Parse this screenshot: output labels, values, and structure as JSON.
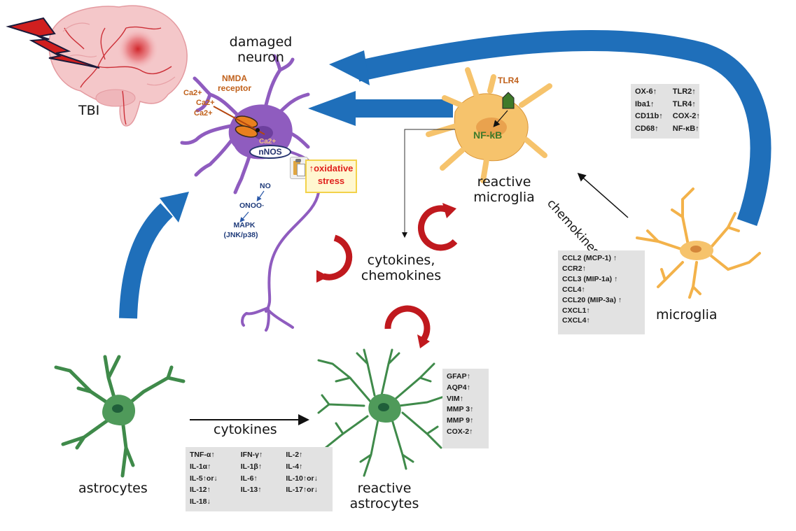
{
  "diagram": {
    "title": "Neuroinflammation after traumatic brain injury",
    "colors": {
      "arrow_blue": "#1f6fba",
      "feedback_red": "#c0191e",
      "neuron_purple": "#8f5cbf",
      "microglia_orange": "#f6c36c",
      "astrocyte_green": "#3f8a4a",
      "box_gray": "#e2e2e2",
      "oxidative_red": "#e0201c"
    },
    "nodes": {
      "tbi": {
        "label": "TBI",
        "icon": "brain-with-lightning-icon"
      },
      "damaged_neuron": {
        "label_line1": "damaged",
        "label_line2": "neuron",
        "nmda_line1": "NMDA",
        "nmda_line2": "receptor",
        "calcium": [
          "Ca2+",
          "Ca2+",
          "Ca2+"
        ],
        "calcium_inside": "Ca2+",
        "nnos": "nNOS",
        "oxidative_line1": "↑oxidative",
        "oxidative_line2": "stress",
        "pathway": [
          "NO",
          "ONOO·",
          "MAPK",
          "(JNK/p38)"
        ]
      },
      "reactive_microglia": {
        "label_line1": "reactive",
        "label_line2": "microglia",
        "receptor": "TLR4",
        "nucleus_factor": "NF-kB"
      },
      "microglia": {
        "label": "microglia"
      },
      "astrocytes": {
        "label": "astrocytes"
      },
      "reactive_astrocytes": {
        "label_line1": "reactive",
        "label_line2": "astrocytes"
      },
      "center": {
        "label_line1": "cytokines,",
        "label_line2": "chemokines"
      }
    },
    "edges": {
      "chemokines_label": "chemokines",
      "cytokines_label": "cytokines"
    },
    "marker_boxes": {
      "microglia_markers": [
        [
          "OX-6↑",
          "TLR2↑"
        ],
        [
          "Iba1↑",
          "TLR4↑"
        ],
        [
          "CD11b↑",
          "COX-2↑"
        ],
        [
          "CD68↑",
          "NF-κB↑"
        ]
      ],
      "chemokine_markers": [
        "CCL2 (MCP-1) ↑",
        "CCR2↑",
        "CCL3 (MIP-1a) ↑",
        "CCL4↑",
        "CCL20 (MIP-3a) ↑",
        "CXCL1↑",
        "CXCL4↑"
      ],
      "astrocyte_markers": [
        "GFAP↑",
        "AQP4↑",
        "VIM↑",
        "MMP 3↑",
        "MMP 9↑",
        "COX-2↑"
      ],
      "cytokine_markers": [
        [
          "TNF-α↑",
          "IFN-γ↑",
          "IL-2↑"
        ],
        [
          "IL-1α↑",
          "IL-1β↑",
          "IL-4↑"
        ],
        [
          "IL-5↑or↓",
          "IL-6↑",
          "IL-10↑or↓"
        ],
        [
          "IL-12↑",
          "IL-13↑",
          "IL-17↑or↓"
        ],
        [
          "IL-18↓",
          "",
          ""
        ]
      ]
    }
  }
}
